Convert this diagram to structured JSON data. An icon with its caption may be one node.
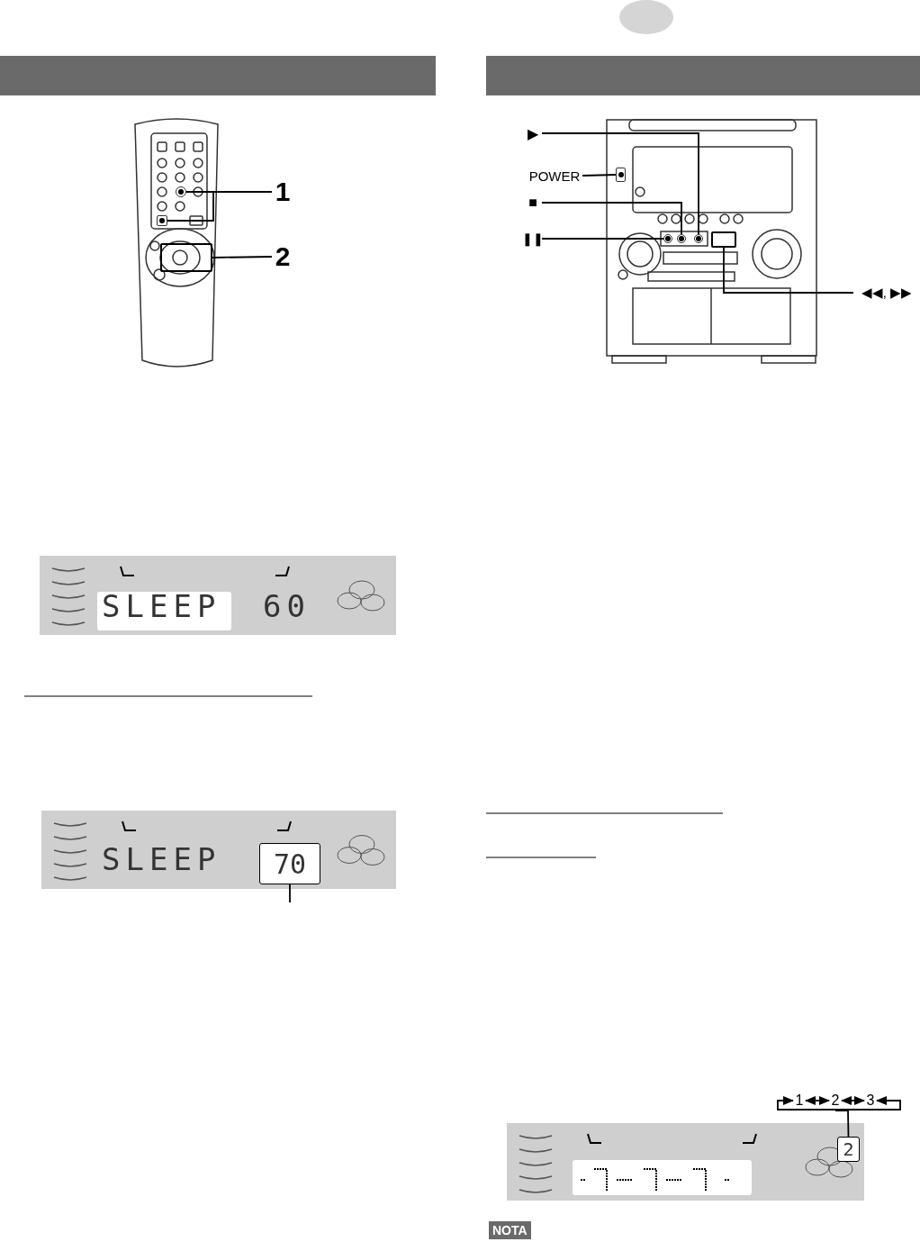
{
  "diagram": {
    "nodes": [
      {
        "text": [
          "1"
        ]
      },
      {
        "text": [],
        "shape": "circle"
      },
      {
        "text": [],
        "shape": "box"
      },
      {
        "text": [
          "2"
        ]
      },
      {
        "text": [],
        "shape": "box"
      },
      {
        "text": [
          "▶"
        ]
      },
      {
        "text": [],
        "shape": "circle"
      },
      {
        "text": [
          "POWER"
        ]
      },
      {
        "text": [],
        "shape": "box"
      },
      {
        "text": [
          "■"
        ]
      },
      {
        "text": [],
        "shape": "circle"
      },
      {
        "text": [
          "❚❚"
        ]
      },
      {
        "text": [],
        "shape": "circle"
      },
      {
        "text": [
          "◀◀, ▶▶"
        ]
      },
      {
        "text": [],
        "shape": "box"
      },
      {
        "text": [
          "70"
        ]
      },
      {
        "text": [
          "1"
        ]
      },
      {
        "text": [
          "2"
        ]
      },
      {
        "text": [
          "3"
        ]
      },
      {
        "text": [
          "2"
        ]
      }
    ],
    "edges": [
      {
        "from": 0,
        "to": 1,
        "arrow": "none"
      },
      {
        "from": 0,
        "to": 2,
        "arrow": "none"
      },
      {
        "from": 3,
        "to": 4,
        "arrow": "none"
      },
      {
        "from": 5,
        "to": 6,
        "arrow": "none"
      },
      {
        "from": 7,
        "to": 8,
        "arrow": "none"
      },
      {
        "from": 9,
        "to": 10,
        "arrow": "none"
      },
      {
        "from": 11,
        "to": 12,
        "arrow": "none"
      },
      {
        "from": 13,
        "to": 14,
        "arrow": "none"
      },
      {
        "from": 15,
        "to": null,
        "arrow": "none"
      },
      {
        "from": 16,
        "to": 17,
        "arrow": "both"
      },
      {
        "from": 17,
        "to": 18,
        "arrow": "both"
      },
      {
        "from": 18,
        "to": 16,
        "arrow": "both"
      },
      {
        "from": 17,
        "to": 19,
        "arrow": "none"
      }
    ],
    "labels": [
      "SLEEP",
      "60",
      "SLEEP",
      "NOTA"
    ]
  }
}
